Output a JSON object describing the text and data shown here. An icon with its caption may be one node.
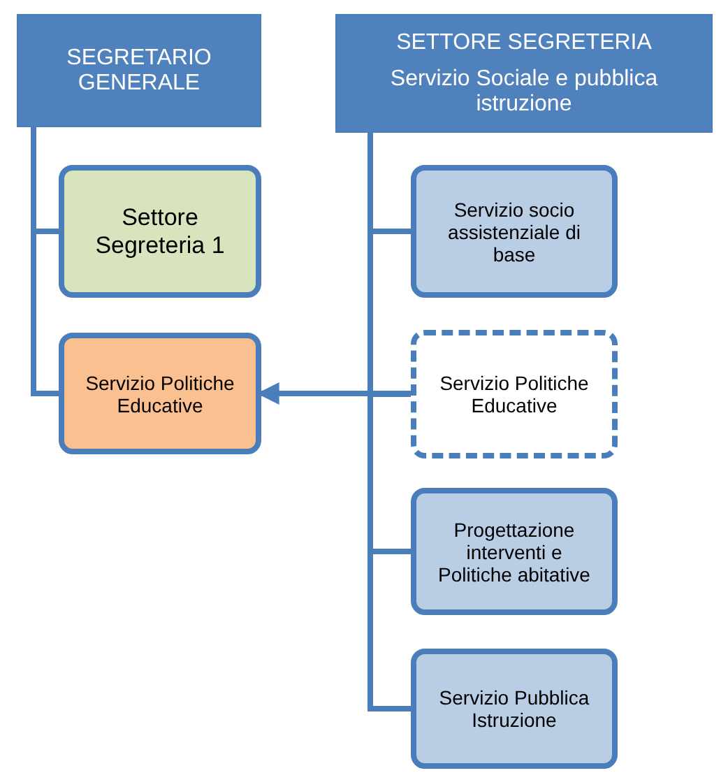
{
  "diagram": {
    "nodes": [
      {
        "text": [
          "SEGRETARIO GENERALE"
        ]
      },
      {
        "text": [
          "SETTORE SEGRETERIA",
          "Servizio Sociale e pubblica istruzione"
        ]
      },
      {
        "text": [
          "Settore Segreteria 1"
        ]
      },
      {
        "text": [
          "Servizio Politiche Educative"
        ]
      },
      {
        "text": [
          "Servizio socio assistenziale di base"
        ]
      },
      {
        "text": [
          "Servizio Politiche Educative"
        ]
      },
      {
        "text": [
          "Progettazione interventi e Politiche abitative"
        ]
      },
      {
        "text": [
          "Servizio Pubblica Istruzione"
        ]
      }
    ],
    "edges": [
      {
        "from": 0,
        "to": 2,
        "arrow": "none"
      },
      {
        "from": 0,
        "to": 3,
        "arrow": "none"
      },
      {
        "from": 1,
        "to": 4,
        "arrow": "none"
      },
      {
        "from": 1,
        "to": 5,
        "arrow": "none"
      },
      {
        "from": 1,
        "to": 6,
        "arrow": "none"
      },
      {
        "from": 1,
        "to": 7,
        "arrow": "none"
      },
      {
        "from": 5,
        "to": 3,
        "arrow": "to"
      }
    ]
  }
}
